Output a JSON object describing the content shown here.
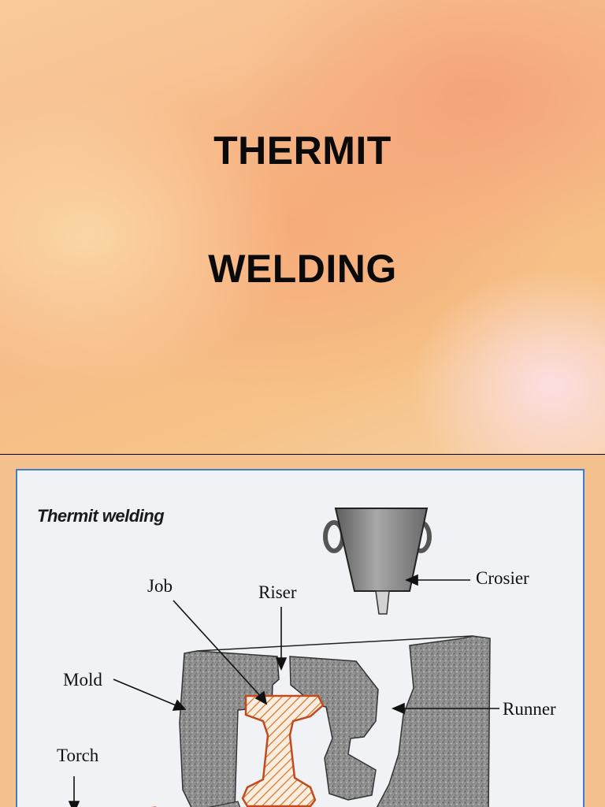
{
  "slide1": {
    "title_line1": "THERMIT",
    "title_line2": "WELDING"
  },
  "slide2": {
    "figure_title": "Thermit welding",
    "labels": {
      "crosier": "Crosier",
      "job": "Job",
      "riser": "Riser",
      "mold": "Mold",
      "runner": "Runner",
      "torch": "Torch"
    }
  }
}
